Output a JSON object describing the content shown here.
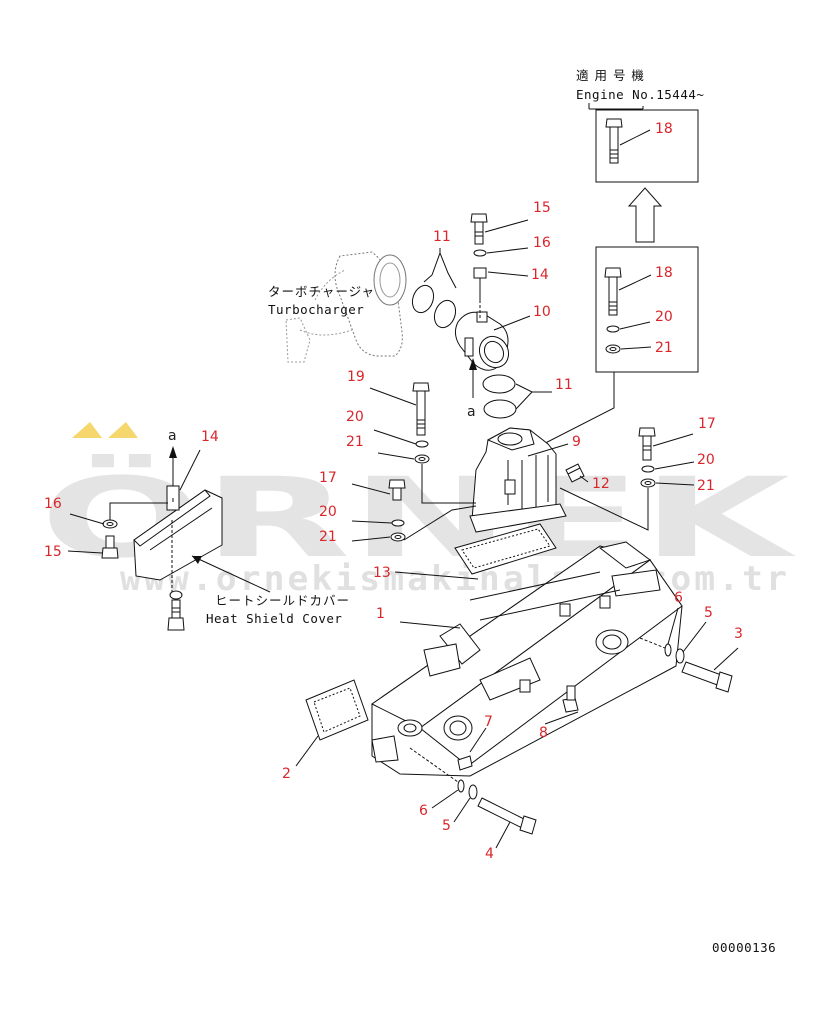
{
  "watermark": {
    "brand": "ÖRNEK",
    "url": "www.ornekismakinalari.com.tr",
    "accent_color": "#f5d76e",
    "text_color": "#e4e4e4"
  },
  "engine_note": {
    "jp_label": "適 用 号 機",
    "label": "Engine No.15444~"
  },
  "turbocharger": {
    "jp": "ターボチャージャ",
    "en": "Turbocharger"
  },
  "heat_shield": {
    "jp": "ヒートシールドカバー",
    "en": "Heat Shield Cover"
  },
  "view_marker": "a",
  "drawing_number": "00000136",
  "callouts": [
    "1",
    "2",
    "3",
    "4",
    "5",
    "6",
    "7",
    "8",
    "9",
    "10",
    "11",
    "12",
    "13",
    "14",
    "15",
    "16",
    "17",
    "18",
    "19",
    "20",
    "21"
  ],
  "colors": {
    "callout_red": "#d9262b",
    "callout_dark": "#222222",
    "line": "#111111"
  }
}
